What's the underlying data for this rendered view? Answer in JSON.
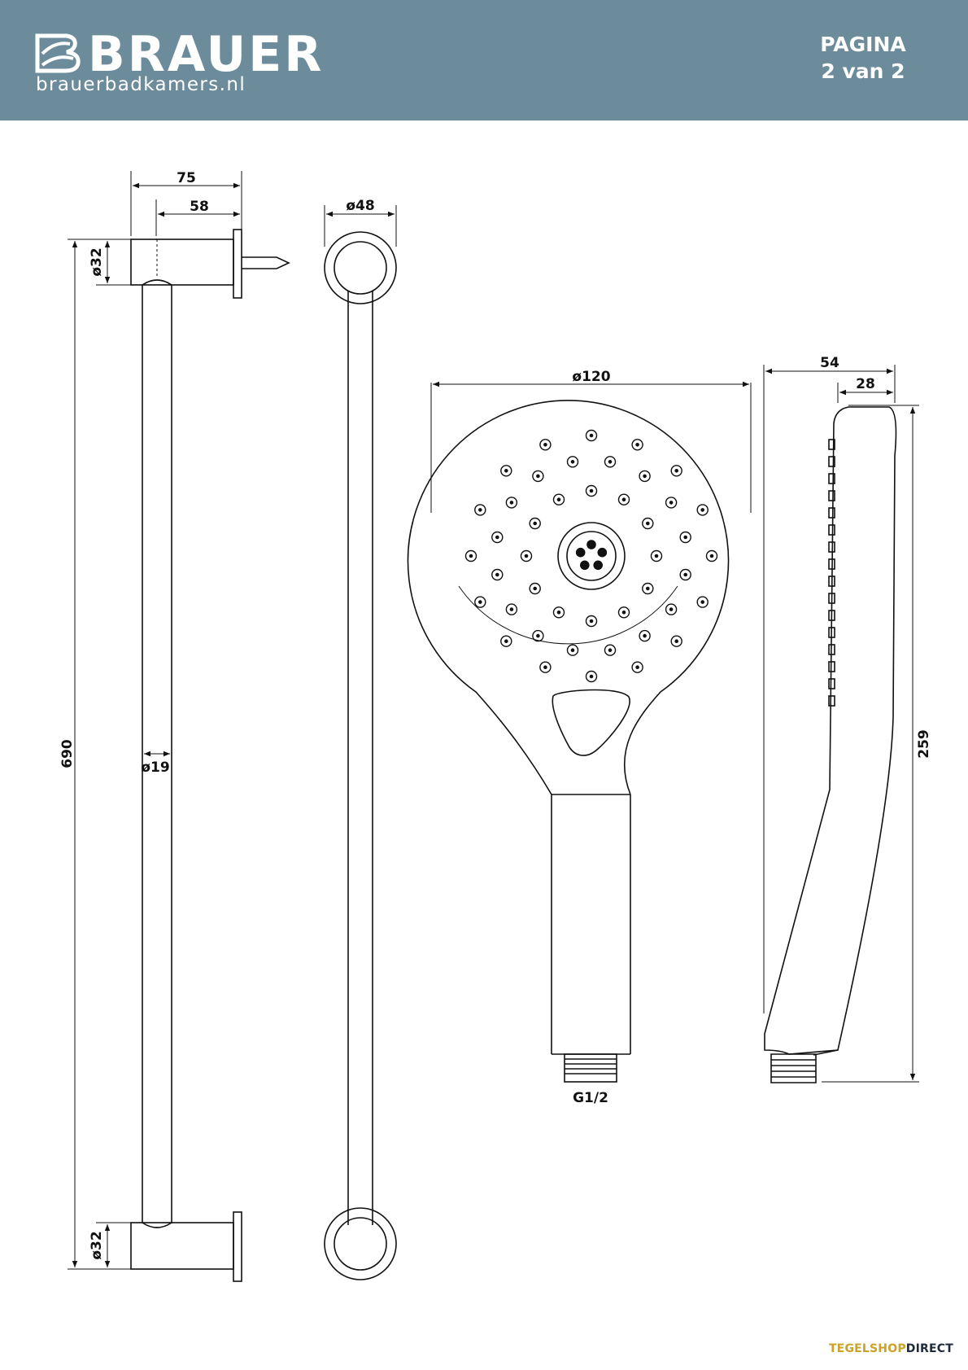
{
  "header": {
    "brand_name": "BRAUER",
    "brand_url": "brauerbadkamers.nl",
    "page_label_line1": "PAGINA",
    "page_label_line2": "2 van 2",
    "background_color": "#6c8c9c"
  },
  "dimensions": {
    "rail_bracket_depth": "75",
    "rail_bracket_inner": "58",
    "bracket_diameter_top": "ø32",
    "bracket_diameter_bottom": "ø32",
    "rail_length": "690",
    "rail_diameter": "ø19",
    "wall_disc_diameter": "ø48",
    "head_diameter": "ø120",
    "thread": "G1/2",
    "side_depth": "54",
    "side_depth_inner": "28",
    "handshower_length": "259"
  },
  "footer": {
    "logo_part1": "TEGELSHOP",
    "logo_part2": "DIRECT"
  }
}
